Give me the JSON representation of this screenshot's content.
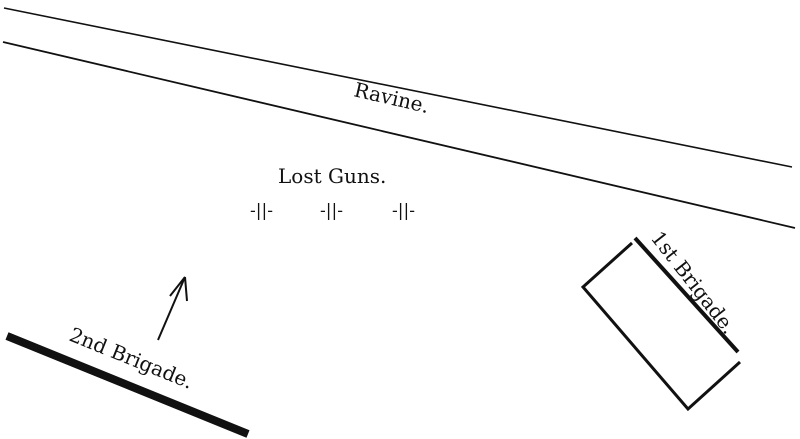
{
  "map": {
    "ink_color": "#111111",
    "background": "#ffffff",
    "labels": {
      "ravine": "Ravine.",
      "lost_guns": "Lost Guns.",
      "first_brigade": "1st Brigade.",
      "second_brigade": "2nd Brigade."
    },
    "gun_symbol": "-||-",
    "gun_count": 3,
    "arrow_icon": "arrow-up-icon"
  }
}
